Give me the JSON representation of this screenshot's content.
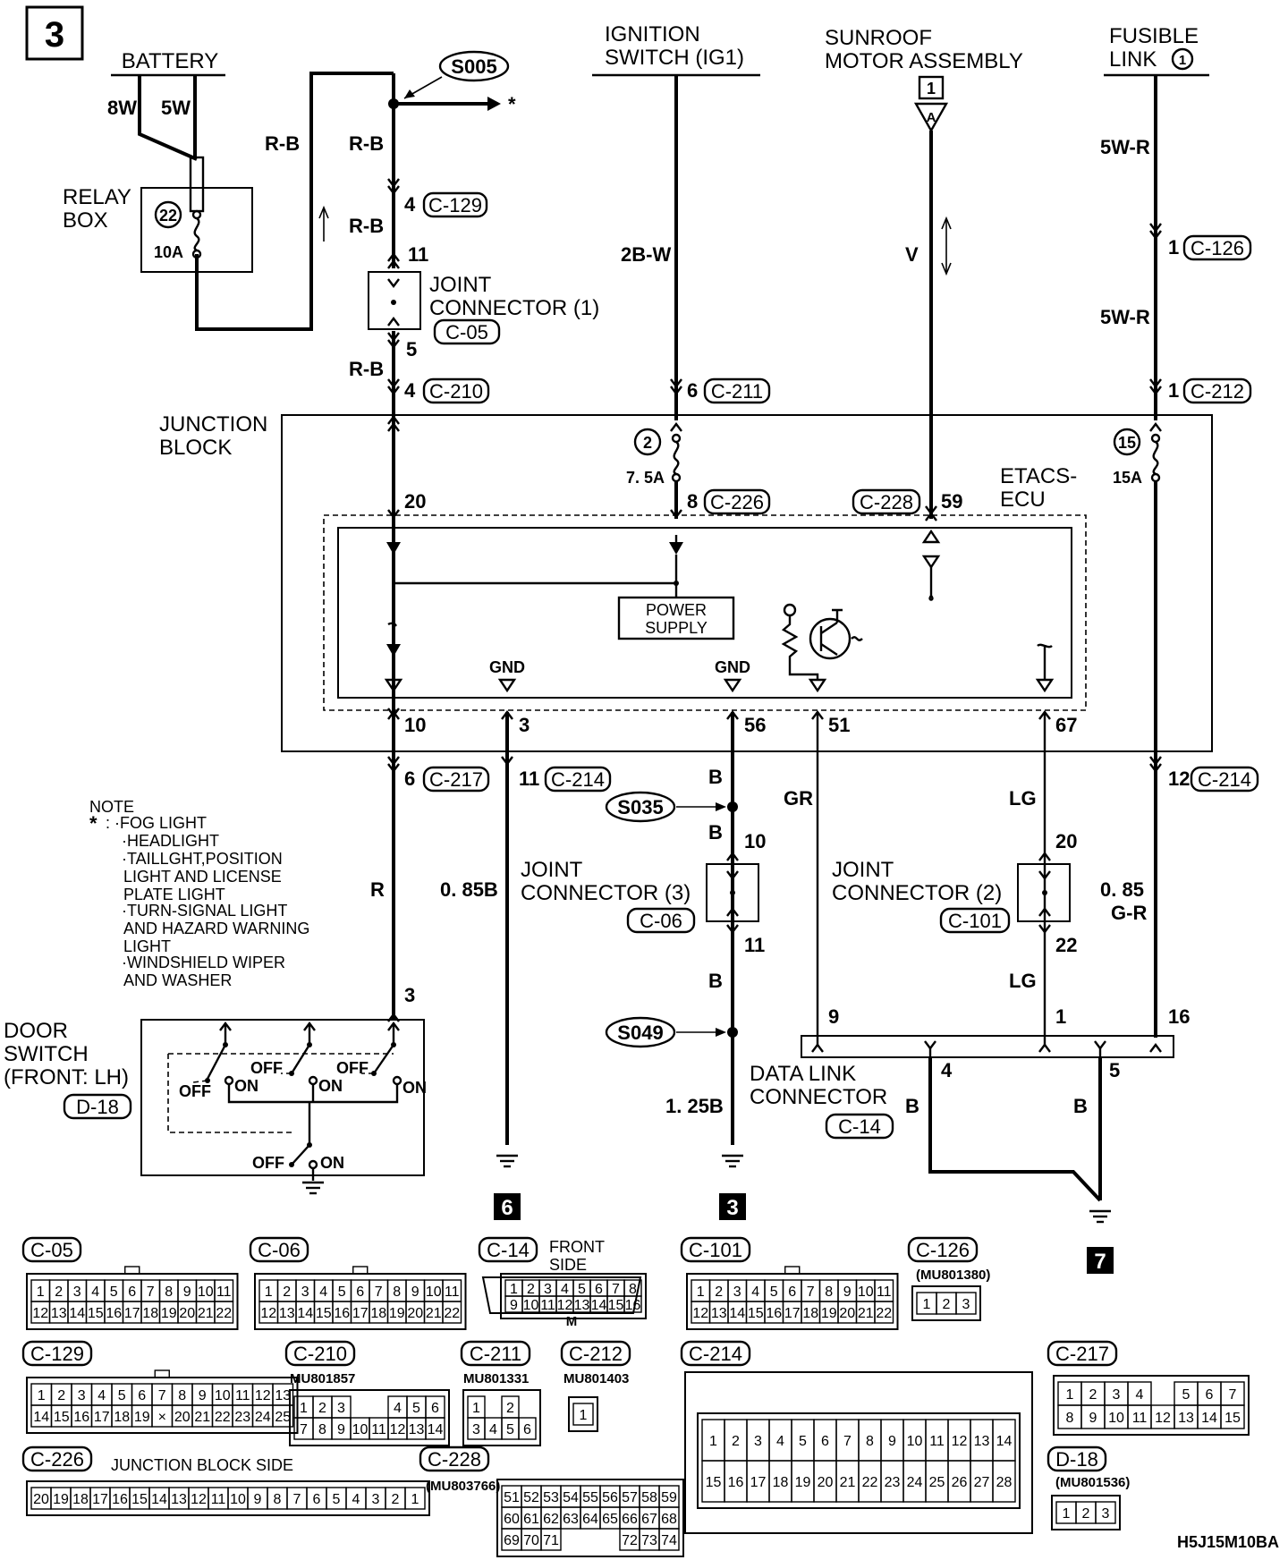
{
  "page_number": "3",
  "code": "H5J15M10BA",
  "sources": {
    "battery": "BATTERY",
    "ignition": [
      "IGNITION",
      "SWITCH (IG1)"
    ],
    "sunroof": [
      "SUNROOF",
      "MOTOR ASSEMBLY"
    ],
    "sunroof_pin": "1",
    "sunroof_conn": "A",
    "fusible": [
      "FUSIBLE",
      "LINK"
    ],
    "fusible_num": "1"
  },
  "relay_box": {
    "label": [
      "RELAY",
      "BOX"
    ],
    "fuse_num": "22",
    "fuse_rating": "10A",
    "wire_8w": "8W",
    "wire_5w": "5W"
  },
  "splices": {
    "s005": "S005",
    "s035": "S035",
    "s049": "S049",
    "arrow_star": "*"
  },
  "wires": {
    "rb1": "R-B",
    "rb2": "R-B",
    "rb3": "R-B",
    "rb4": "R-B",
    "b2w": "2B-W",
    "v": "V",
    "w5r1": "5W-R",
    "w5r2": "5W-R",
    "r": "R",
    "b085": "0. 85B",
    "b1": "B",
    "b2": "B",
    "b3": "B",
    "b125": "1. 25B",
    "gr": "GR",
    "lg1": "LG",
    "lg2": "LG",
    "g085": "0. 85",
    "gr2": "G-R",
    "b_dl1": "B",
    "b_dl2": "B"
  },
  "connectors": {
    "c129": "C-129",
    "c05": "C-05",
    "c210": "C-210",
    "c211": "C-211",
    "c126": "C-126",
    "c212": "C-212",
    "c226": "C-226",
    "c228": "C-228",
    "c217": "C-217",
    "c214a": "C-214",
    "c214b": "C-214",
    "c06": "C-06",
    "c101": "C-101",
    "c14": "C-14",
    "d18": "D-18"
  },
  "pins": {
    "p4a": "4",
    "p11a": "11",
    "p5": "5",
    "p4b": "4",
    "p6": "6",
    "p1a": "1",
    "p1b": "1",
    "p20": "20",
    "p8": "8",
    "p59": "59",
    "p10a": "10",
    "p3a": "3",
    "p56": "56",
    "p51": "51",
    "p67": "67",
    "p6b": "6",
    "p11b": "11",
    "p12": "12",
    "p10b": "10",
    "p11c": "11",
    "p20b": "20",
    "p22": "22",
    "p3b": "3",
    "p9": "9",
    "p1c": "1",
    "p16": "16",
    "p4c": "4",
    "p5b": "5"
  },
  "joint1": [
    "JOINT",
    "CONNECTOR (1)"
  ],
  "joint2": [
    "JOINT",
    "CONNECTOR (2)"
  ],
  "joint3": [
    "JOINT",
    "CONNECTOR (3)"
  ],
  "junction": {
    "label": [
      "JUNCTION",
      "BLOCK"
    ],
    "fuse2": "2",
    "fuse2_rating": "7. 5A",
    "fuse15": "15",
    "fuse15_rating": "15A",
    "etacs": [
      "ETACS-",
      "ECU"
    ],
    "power_supply": [
      "POWER",
      "SUPPLY"
    ],
    "gnd1": "GND",
    "gnd2": "GND"
  },
  "note": {
    "title": "NOTE",
    "star": "*",
    "lines": [
      ":  ·FOG LIGHT",
      "·HEADLIGHT",
      "·TAILLGHT,POSITION",
      "LIGHT AND LICENSE",
      "PLATE LIGHT",
      "·TURN-SIGNAL LIGHT",
      "AND HAZARD WARNING",
      "LIGHT",
      "·WINDSHIELD WIPER",
      "AND WASHER"
    ]
  },
  "door_switch": {
    "label": [
      "DOOR",
      "SWITCH",
      "(FRONT: LH)"
    ],
    "off": "OFF",
    "on": "ON"
  },
  "data_link": [
    "DATA LINK",
    "CONNECTOR"
  ],
  "grounds": {
    "g6": "6",
    "g3": "3",
    "g7": "7"
  },
  "views": {
    "c05": {
      "label": "C-05",
      "rows": [
        [
          "1",
          "2",
          "3",
          "4",
          "5",
          "6",
          "7",
          "8",
          "9",
          "10",
          "11"
        ],
        [
          "12",
          "13",
          "14",
          "15",
          "16",
          "17",
          "18",
          "19",
          "20",
          "21",
          "22"
        ]
      ]
    },
    "c06": {
      "label": "C-06",
      "rows": [
        [
          "1",
          "2",
          "3",
          "4",
          "5",
          "6",
          "7",
          "8",
          "9",
          "10",
          "11"
        ],
        [
          "12",
          "13",
          "14",
          "15",
          "16",
          "17",
          "18",
          "19",
          "20",
          "21",
          "22"
        ]
      ]
    },
    "c14": {
      "label": "C-14",
      "extra": [
        "FRONT",
        "SIDE"
      ],
      "key": "M",
      "rows": [
        [
          "1",
          "2",
          "3",
          "4",
          "5",
          "6",
          "7",
          "8"
        ],
        [
          "9",
          "10",
          "11",
          "12",
          "13",
          "14",
          "15",
          "16"
        ]
      ]
    },
    "c101": {
      "label": "C-101",
      "rows": [
        [
          "1",
          "2",
          "3",
          "4",
          "5",
          "6",
          "7",
          "8",
          "9",
          "10",
          "11"
        ],
        [
          "12",
          "13",
          "14",
          "15",
          "16",
          "17",
          "18",
          "19",
          "20",
          "21",
          "22"
        ]
      ]
    },
    "c126": {
      "label": "C-126",
      "part": "(MU801380)",
      "rows": [
        [
          "1",
          "2",
          "3"
        ]
      ]
    },
    "c129": {
      "label": "C-129",
      "rows": [
        [
          "1",
          "2",
          "3",
          "4",
          "5",
          "6",
          "7",
          "8",
          "9",
          "10",
          "11",
          "12",
          "13"
        ],
        [
          "14",
          "15",
          "16",
          "17",
          "18",
          "19",
          "×",
          "20",
          "21",
          "22",
          "23",
          "24",
          "25"
        ]
      ]
    },
    "c210": {
      "label": "C-210",
      "part": "MU801857",
      "rows": [
        [
          "1",
          "2",
          "3",
          "",
          "",
          "4",
          "5",
          "6"
        ],
        [
          "7",
          "8",
          "9",
          "10",
          "11",
          "12",
          "13",
          "14"
        ]
      ]
    },
    "c211": {
      "label": "C-211",
      "part": "MU801331",
      "rows": [
        [
          "1",
          "",
          "2"
        ],
        [
          "3",
          "4",
          "5",
          "6"
        ]
      ]
    },
    "c212": {
      "label": "C-212",
      "part": "MU801403",
      "rows": [
        [
          "1"
        ]
      ]
    },
    "c214": {
      "label": "C-214",
      "rows": [
        [
          "1",
          "2",
          "3",
          "4",
          "5",
          "6",
          "7",
          "8",
          "9",
          "10",
          "11",
          "12",
          "13",
          "14"
        ],
        [
          "15",
          "16",
          "17",
          "18",
          "19",
          "20",
          "21",
          "22",
          "23",
          "24",
          "25",
          "26",
          "27",
          "28"
        ]
      ]
    },
    "c217": {
      "label": "C-217",
      "rows": [
        [
          "1",
          "2",
          "3",
          "4",
          "",
          "5",
          "6",
          "7"
        ],
        [
          "8",
          "9",
          "10",
          "11",
          "12",
          "13",
          "14",
          "15"
        ]
      ]
    },
    "c226": {
      "label": "C-226",
      "extra": "JUNCTION BLOCK SIDE",
      "rows": [
        [
          "20",
          "19",
          "18",
          "17",
          "16",
          "15",
          "14",
          "13",
          "12",
          "11",
          "10",
          "9",
          "8",
          "7",
          "6",
          "5",
          "4",
          "3",
          "2",
          "1"
        ]
      ]
    },
    "c228": {
      "label": "C-228",
      "part": "(MU803766)",
      "rows": [
        [
          "51",
          "52",
          "53",
          "54",
          "55",
          "56",
          "57",
          "58",
          "59"
        ],
        [
          "60",
          "61",
          "62",
          "63",
          "64",
          "65",
          "66",
          "67",
          "68"
        ],
        [
          "69",
          "70",
          "71",
          "",
          "",
          "",
          "72",
          "73",
          "74"
        ]
      ]
    },
    "d18": {
      "label": "D-18",
      "part": "(MU801536)",
      "rows": [
        [
          "1",
          "2",
          "3"
        ]
      ]
    }
  }
}
